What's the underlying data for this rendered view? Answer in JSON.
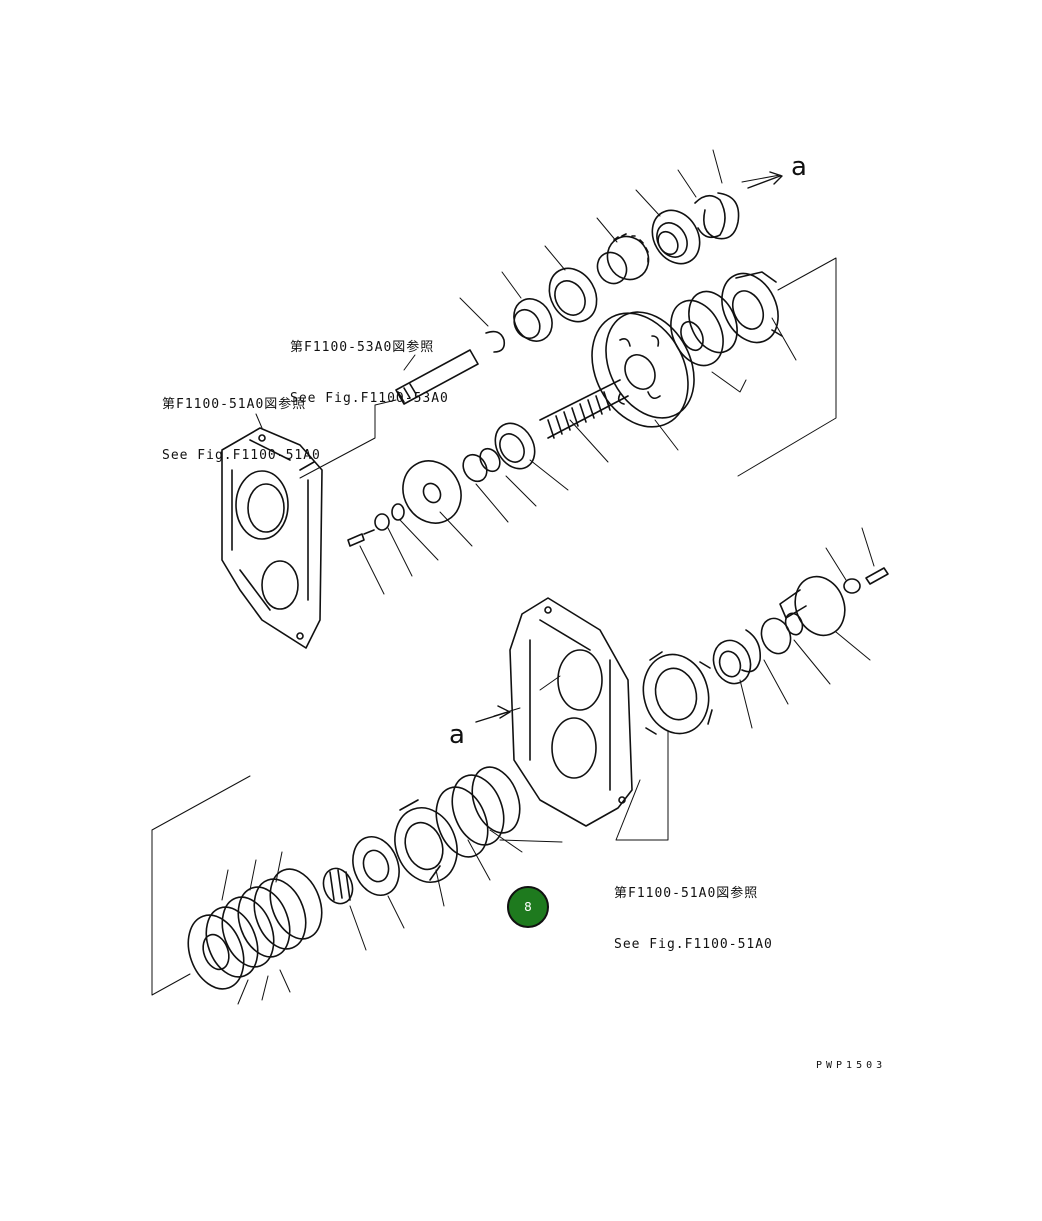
{
  "references": {
    "top": {
      "jp": "第F1100-53A0図参照",
      "en": "See Fig.F1100-53A0"
    },
    "left": {
      "jp": "第F1100-51A0図参照",
      "en": "See Fig.F1100-51A0"
    },
    "bottom": {
      "jp": "第F1100-51A0図参照",
      "en": "See Fig.F1100-51A0"
    }
  },
  "markers": {
    "top": "a",
    "bottom": "a"
  },
  "drawing_code": "PWP1503",
  "badge": {
    "label": "8",
    "color": "#1e7a1e"
  }
}
